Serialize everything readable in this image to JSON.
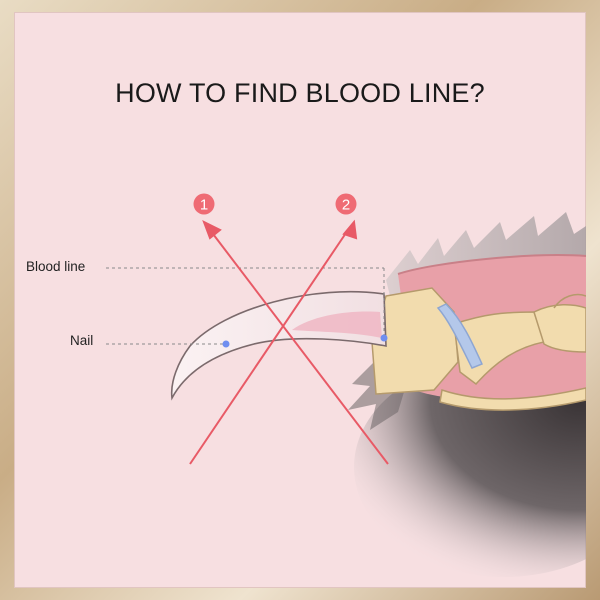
{
  "title": "HOW TO FIND BLOOD LINE?",
  "labels": {
    "blood_line": "Blood line",
    "nail": "Nail"
  },
  "markers": {
    "one": "1",
    "two": "2"
  },
  "colors": {
    "background": "#f7dfe1",
    "arrow": "#e85a66",
    "marker_fill": "#ef6b74",
    "callout_dot": "#6f8ef0",
    "bone": "#f2dcae",
    "flesh": "#e8a0a8"
  }
}
